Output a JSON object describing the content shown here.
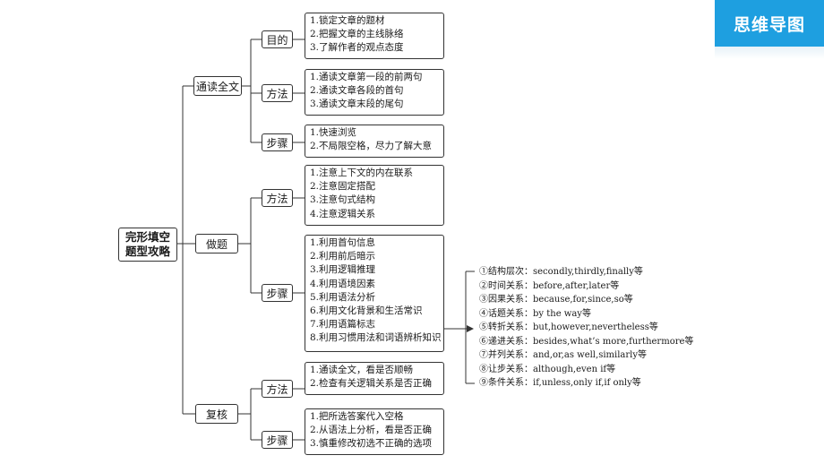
{
  "header": {
    "badge_label": "思维导图"
  },
  "root": {
    "line1": "完形填空",
    "line2": "题型攻略"
  },
  "branches": [
    {
      "label": "通读全文",
      "children": [
        {
          "label": "目的",
          "items": [
            "1.锁定文章的题材",
            "2.把握文章的主线脉络",
            "3.了解作者的观点态度"
          ]
        },
        {
          "label": "方法",
          "items": [
            "1.通读文章第一段的前两句",
            "2.通读文章各段的首句",
            "3.通读文章末段的尾句"
          ]
        },
        {
          "label": "步骤",
          "items": [
            "1.快速浏览",
            "2.不局限空格，尽力了解大意"
          ]
        }
      ]
    },
    {
      "label": "做题",
      "children": [
        {
          "label": "方法",
          "items": [
            "1.注意上下文的内在联系",
            "2.注意固定搭配",
            "3.注意句式结构",
            "4.注意逻辑关系"
          ]
        },
        {
          "label": "步骤",
          "items": [
            "1.利用首句信息",
            "2.利用前后暗示",
            "3.利用逻辑推理",
            "4.利用语境因素",
            "5.利用语法分析",
            "6.利用文化背景和生活常识",
            "7.利用语篇标志",
            "8.利用习惯用法和词语辨析知识"
          ]
        }
      ]
    },
    {
      "label": "复核",
      "children": [
        {
          "label": "方法",
          "items": [
            "1.通读全文，看是否顺畅",
            "2.检查有关逻辑关系是否正确"
          ]
        },
        {
          "label": "步骤",
          "items": [
            "1.把所选答案代入空格",
            "2.从语法上分析，看是否正确",
            "3.慎重修改初选不正确的选项"
          ]
        }
      ]
    }
  ],
  "discourse_markers": [
    "①结构层次：secondly,thirdly,finally等",
    "②时间关系：before,after,later等",
    "③因果关系：because,for,since,so等",
    "④话题关系：by the way等",
    "⑤转折关系：but,however,nevertheless等",
    "⑥递进关系：besides,what’s more,furthermore等",
    "⑦并列关系：and,or,as well,similarly等",
    "⑧让步关系：although,even if等",
    "⑨条件关系：if,unless,only if,if only等"
  ]
}
